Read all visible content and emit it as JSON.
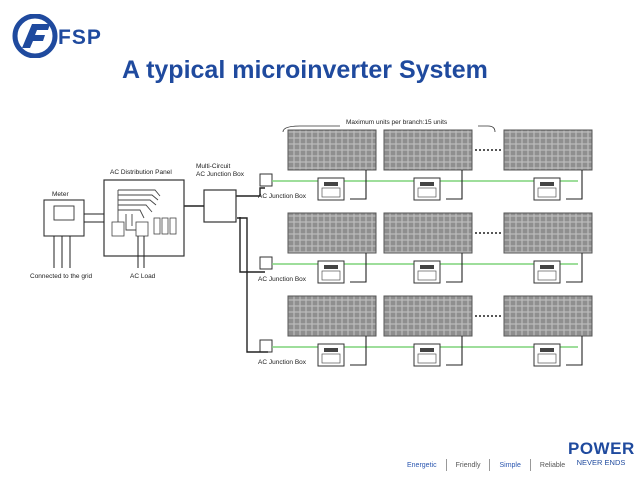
{
  "header": {
    "logo_text": "FSP",
    "title": "A typical microinverter System"
  },
  "diagram": {
    "max_units_label": "Maximum units per branch:15 units",
    "multi_circuit_label_line1": "Multi-Circuit",
    "multi_circuit_label_line2": "AC Junction Box",
    "ac_panel_label": "AC Distribution Panel",
    "meter_label": "Meter",
    "grid_label": "Connected to the grid",
    "ac_load_label": "AC Load",
    "junction_box_label": "AC Junction Box",
    "rows": 3,
    "panels_per_row_shown": 3
  },
  "footer": {
    "items": [
      "Energetic",
      "Friendly",
      "Simple",
      "Reliable"
    ],
    "brand_line1": "POWER",
    "brand_line2": "NEVER ENDS"
  },
  "colors": {
    "brand_blue": "#1f4a9e",
    "ac_line_green": "#7fd47a"
  }
}
